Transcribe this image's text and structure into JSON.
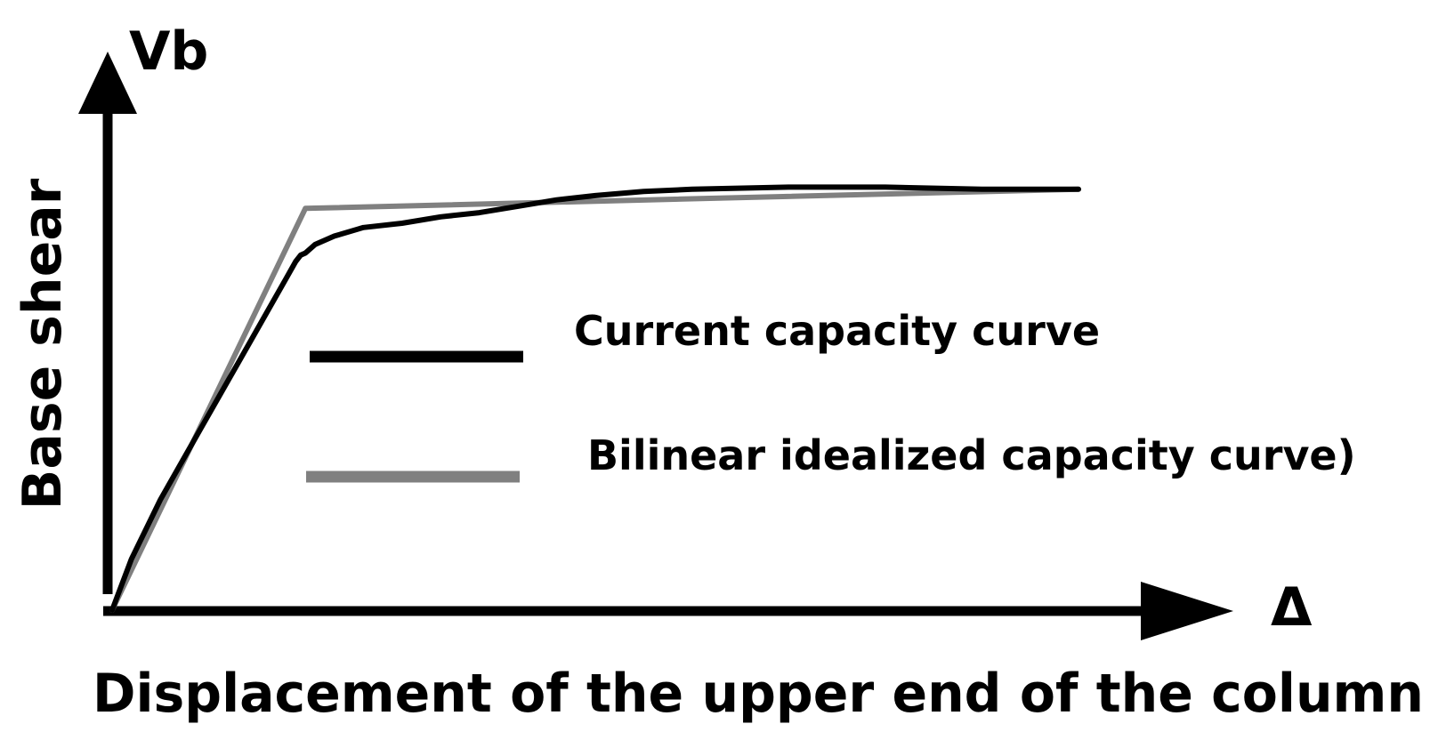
{
  "chart_data": {
    "type": "line",
    "title": "",
    "xlabel": "Displacement of the upper end of the column",
    "ylabel": "Base shear",
    "x_axis_symbol": "Δ",
    "y_axis_symbol": "Vb",
    "xlim": [
      0,
      1
    ],
    "ylim": [
      0,
      1
    ],
    "grid": false,
    "ticks": false,
    "legend_position": "center-right",
    "series": [
      {
        "name": "Current capacity curve",
        "color": "#000000",
        "x": [
          0,
          0.02,
          0.05,
          0.09,
          0.13,
          0.16,
          0.18,
          0.19,
          0.195,
          0.2,
          0.21,
          0.23,
          0.26,
          0.3,
          0.34,
          0.38,
          0.42,
          0.46,
          0.5,
          0.55,
          0.6,
          0.7,
          0.8,
          0.9,
          1.0
        ],
        "y": [
          0,
          0.12,
          0.26,
          0.42,
          0.58,
          0.7,
          0.78,
          0.82,
          0.835,
          0.84,
          0.86,
          0.88,
          0.9,
          0.91,
          0.925,
          0.935,
          0.95,
          0.965,
          0.975,
          0.985,
          0.99,
          0.995,
          0.995,
          0.99,
          0.99
        ]
      },
      {
        "name": "Bilinear idealized capacity curve)",
        "color": "#808080",
        "x": [
          0,
          0.2,
          1.0
        ],
        "y": [
          0,
          0.945,
          0.99
        ]
      }
    ]
  }
}
